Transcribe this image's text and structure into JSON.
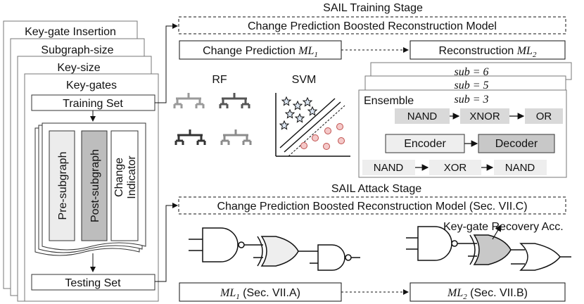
{
  "stacked_cards": [
    "Key-gate Insertion",
    "Subgraph-size",
    "Key-size",
    "Key-gates"
  ],
  "training_set": "Training Set",
  "testing_set": "Testing Set",
  "bars": [
    "Pre-subgraph",
    "Post-subgraph",
    "Change Indicator"
  ],
  "change_indicator_lines": [
    "Change",
    "Indicator"
  ],
  "training_stage": {
    "title": "SAIL Training Stage",
    "model": "Change Prediction Boosted Reconstruction Model",
    "ml1_prefix": "Change Prediction ",
    "ml2_prefix": "Reconstruction ",
    "ml1_sym": "ML",
    "ml1_sub": "1",
    "ml2_sym": "ML",
    "ml2_sub": "2"
  },
  "classifiers": {
    "rf": "RF",
    "svm": "SVM"
  },
  "ensemble": {
    "label": "Ensemble",
    "sub_labels": [
      "sub = 6",
      "sub = 5",
      "sub = 3"
    ],
    "row1": [
      "NAND",
      "XNOR",
      "OR"
    ],
    "encoder": "Encoder",
    "decoder": "Decoder",
    "row3": [
      "NAND",
      "XOR",
      "NAND"
    ]
  },
  "attack_stage": {
    "title": "SAIL Attack Stage",
    "model": "Change Prediction Boosted Reconstruction Model (Sec. VII.C)",
    "recovery": "Key-gate Recovery Acc.",
    "ml1_sym": "ML",
    "ml1_sub": "1",
    "ml1_suffix": " (Sec. VII.A)",
    "ml2_sym": "ML",
    "ml2_sub": "2",
    "ml2_suffix": " (Sec. VII.B)"
  },
  "colors": {
    "bar_light": "#ececec",
    "bar_dark": "#bdbdbd",
    "gate_light": "#d9d9d9",
    "decoder": "#c8c8c8",
    "gate_fill_grey": "#c8c8c8",
    "gate_fill_light": "#eeeeee",
    "svm_dot": "#f4c9c9",
    "svm_dot_stroke": "#c0504d",
    "star_fill": "#dde6f2"
  }
}
